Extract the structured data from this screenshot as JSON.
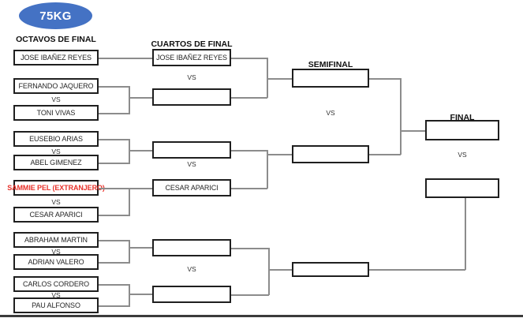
{
  "badge": {
    "label": "75KG"
  },
  "labels": {
    "vs": "VS"
  },
  "colors": {
    "badge-blue": "#4472C4",
    "foreign-red": "#E8312A"
  },
  "bracket": {
    "octavos": {
      "header": "OCTAVOS DE FINAL",
      "boxes": [
        "JOSE IBAÑEZ REYES",
        "FERNANDO JAQUERO",
        "TONI VIVAS",
        "EUSEBIO ARIAS",
        "ABEL GIMENEZ",
        "SAMMIE PEL (EXTRANJERO)",
        "CESAR APARICI",
        "ABRAHAM MARTIN",
        "ADRIAN VALERO",
        "CARLOS CORDERO",
        "PAU ALFONSO"
      ]
    },
    "cuartos": {
      "header": "CUARTOS DE FINAL",
      "boxes": [
        "JOSE IBAÑEZ REYES",
        "",
        "",
        "CESAR APARICI",
        "",
        ""
      ]
    },
    "semifinal": {
      "header": "SEMIFINAL",
      "boxes": [
        "",
        "",
        ""
      ]
    },
    "final": {
      "header": "FINAL",
      "boxes": [
        "",
        ""
      ]
    }
  }
}
